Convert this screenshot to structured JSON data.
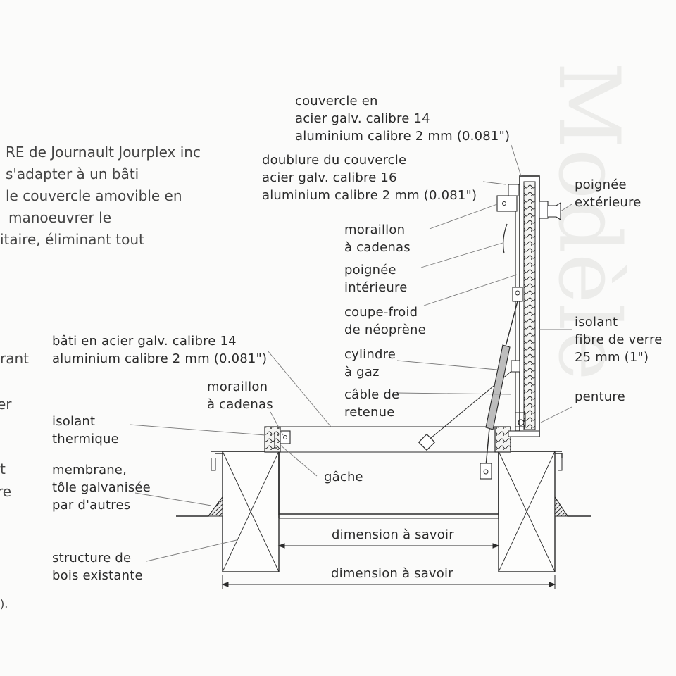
{
  "background_text": {
    "paragraph": [
      "RE de Journault Jourplex inc",
      "s'adapter à un bâti",
      "le couvercle amovible en",
      "manoeuvrer le",
      "itaire, éliminant tout"
    ],
    "fragments": [
      "rant",
      "er",
      "t",
      "re",
      ")."
    ],
    "ghost_title": "Modèle"
  },
  "labels": {
    "couvercle": [
      "couvercle en",
      "acier galv. calibre 14",
      "aluminium calibre 2 mm (0.081\")"
    ],
    "doublure": [
      "doublure du couvercle",
      "acier galv. calibre 16",
      "aluminium calibre 2 mm (0.081\")"
    ],
    "poignee_ext": [
      "poignée",
      "extérieure"
    ],
    "moraillon_top": [
      "moraillon",
      "à cadenas"
    ],
    "poignee_int": [
      "poignée",
      "intérieure"
    ],
    "coupe_froid": [
      "coupe-froid",
      "de néoprène"
    ],
    "isolant_fibre": [
      "isolant",
      "fibre de verre",
      "25 mm (1\")"
    ],
    "cylindre": [
      "cylindre",
      "à gaz"
    ],
    "bati": [
      "bâti en acier galv. calibre 14",
      "aluminium calibre 2 mm (0.081\")"
    ],
    "moraillon_low": [
      "moraillon",
      "à cadenas"
    ],
    "cable": [
      "câble de",
      "retenue"
    ],
    "penture": [
      "penture"
    ],
    "isolant_thermique": [
      "isolant",
      "thermique"
    ],
    "gache": [
      "gâche"
    ],
    "membrane": [
      "membrane,",
      "tôle galvanisée",
      "par d'autres"
    ],
    "structure": [
      "structure de",
      "bois existante"
    ]
  },
  "dimensions": {
    "inner": "dimension à savoir",
    "outer": "dimension à savoir"
  },
  "colors": {
    "ink": "#2a2a2a",
    "leader": "#7a7a7a",
    "background": "#fbfbfa"
  }
}
